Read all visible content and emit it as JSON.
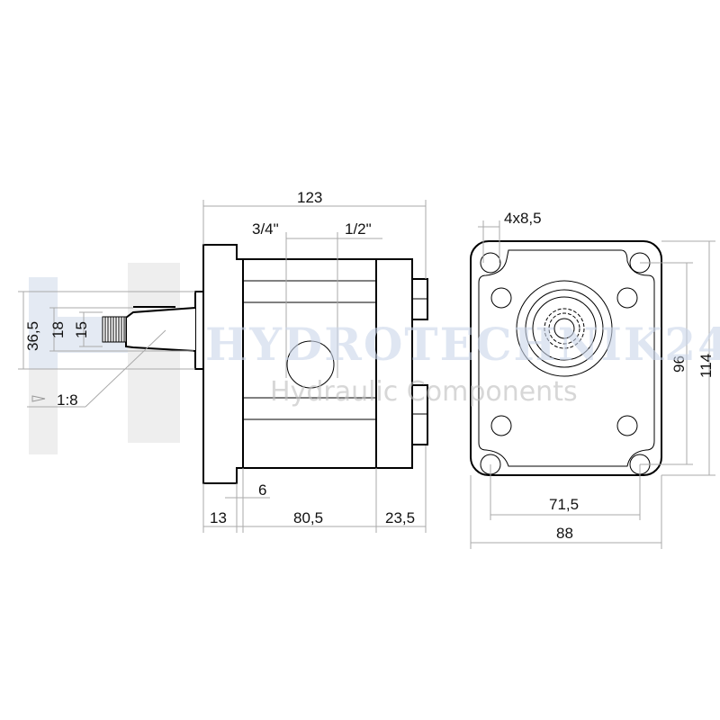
{
  "watermark": {
    "brand": "HYDROTECHNIK24",
    "tagline": "Hydraulic Components"
  },
  "dimensions": {
    "overall_length": "123",
    "inlet_port": "3/4\"",
    "outlet_port": "1/2\"",
    "flange_width": "13",
    "step": "6",
    "body_length": "80,5",
    "rear_length": "23,5",
    "pilot_diameter": "36,5",
    "shaft_diameter": "18",
    "thread_diameter": "15",
    "taper": "1:8",
    "holes": "4x8,5",
    "hole_spacing_vertical": "96",
    "flange_height": "114",
    "hole_spacing_horizontal": "71,5",
    "flange_width_front": "88"
  }
}
